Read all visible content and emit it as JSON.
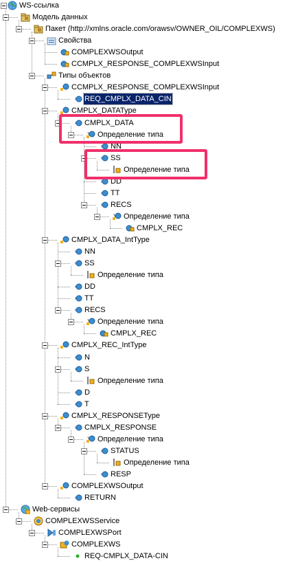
{
  "tree": [
    {
      "label": "WS-ссылка",
      "level": 0,
      "icon": "globe-icon"
    },
    {
      "label": "Модель данных",
      "level": 1,
      "icon": "data-model-icon"
    },
    {
      "label": "Пакет (http://xmlns.oracle.com/orawsv/OWNER_OIL/COMPLEXWS)",
      "level": 2,
      "icon": "package-icon"
    },
    {
      "label": "Свойства",
      "level": 3,
      "icon": "properties-icon"
    },
    {
      "label": "COMPLEXWSOutput",
      "level": 4,
      "icon": "element-icon"
    },
    {
      "label": "CCMPLX_RESPONSE_COMPLEXWSInput",
      "level": 4,
      "icon": "element-icon"
    },
    {
      "label": "Типы объектов",
      "level": 3,
      "icon": "object-types-icon"
    },
    {
      "label": "CCMPLX_RESPONSE_COMPLEXWSInput",
      "level": 4,
      "icon": "object-type-icon"
    },
    {
      "label": "REQ_CMPLX_DATA_CIN",
      "level": 5,
      "icon": "field-icon",
      "selected": true
    },
    {
      "label": "CMPLX_DATAType",
      "level": 4,
      "icon": "object-type-icon"
    },
    {
      "label": "CMPLX_DATA",
      "level": 5,
      "icon": "field-icon"
    },
    {
      "label": "Определение типа",
      "level": 6,
      "icon": "type-definition-icon"
    },
    {
      "label": "NN",
      "level": 7,
      "icon": "field-icon"
    },
    {
      "label": "SS",
      "level": 7,
      "icon": "field-icon"
    },
    {
      "label": "Определение типа",
      "level": 8,
      "icon": "type-definition-yellow-icon"
    },
    {
      "label": "DD",
      "level": 7,
      "icon": "field-icon"
    },
    {
      "label": "TT",
      "level": 7,
      "icon": "field-icon"
    },
    {
      "label": "RECS",
      "level": 7,
      "icon": "field-icon"
    },
    {
      "label": "Определение типа",
      "level": 8,
      "icon": "type-definition-icon"
    },
    {
      "label": "CMPLX_REC",
      "level": 9,
      "icon": "element-icon"
    },
    {
      "label": "CMPLX_DATA_IntType",
      "level": 4,
      "icon": "object-type-icon"
    },
    {
      "label": "NN",
      "level": 5,
      "icon": "field-icon"
    },
    {
      "label": "SS",
      "level": 5,
      "icon": "field-icon"
    },
    {
      "label": "Определение типа",
      "level": 6,
      "icon": "type-definition-yellow-icon"
    },
    {
      "label": "DD",
      "level": 5,
      "icon": "field-icon"
    },
    {
      "label": "TT",
      "level": 5,
      "icon": "field-icon"
    },
    {
      "label": "RECS",
      "level": 5,
      "icon": "field-icon"
    },
    {
      "label": "Определение типа",
      "level": 6,
      "icon": "type-definition-icon"
    },
    {
      "label": "CMPLX_REC",
      "level": 7,
      "icon": "element-icon"
    },
    {
      "label": "CMPLX_REC_IntType",
      "level": 4,
      "icon": "object-type-icon"
    },
    {
      "label": "N",
      "level": 5,
      "icon": "field-icon"
    },
    {
      "label": "S",
      "level": 5,
      "icon": "field-icon"
    },
    {
      "label": "Определение типа",
      "level": 6,
      "icon": "type-definition-yellow-icon"
    },
    {
      "label": "D",
      "level": 5,
      "icon": "field-icon"
    },
    {
      "label": "T",
      "level": 5,
      "icon": "field-icon"
    },
    {
      "label": "CMPLX_RESPONSEType",
      "level": 4,
      "icon": "object-type-icon"
    },
    {
      "label": "CMPLX_RESPONSE",
      "level": 5,
      "icon": "field-icon"
    },
    {
      "label": "Определение типа",
      "level": 6,
      "icon": "type-definition-icon"
    },
    {
      "label": "STATUS",
      "level": 7,
      "icon": "field-icon"
    },
    {
      "label": "Определение типа",
      "level": 8,
      "icon": "type-definition-yellow-icon"
    },
    {
      "label": "RESP",
      "level": 7,
      "icon": "field-icon"
    },
    {
      "label": "COMPLEXWSOutput",
      "level": 4,
      "icon": "object-type-icon"
    },
    {
      "label": "RETURN",
      "level": 5,
      "icon": "field-icon"
    },
    {
      "label": "Web-сервисы",
      "level": 1,
      "icon": "web-services-icon"
    },
    {
      "label": "COMPLEXWSService",
      "level": 2,
      "icon": "service-icon"
    },
    {
      "label": "COMPLEXWSPort",
      "level": 3,
      "icon": "port-icon"
    },
    {
      "label": "COMPLEXWS",
      "level": 4,
      "icon": "operation-icon"
    },
    {
      "label": "REQ-CMPLX_DATA-CIN",
      "level": 5,
      "icon": "green-dot-icon"
    }
  ],
  "colors": {
    "highlight_border": "#f0306a",
    "selection_bg": "#0a246a",
    "field_icon": "#3b8fd1",
    "type_icon_yellow": "#f0b020",
    "folder": "#c8a24a"
  }
}
